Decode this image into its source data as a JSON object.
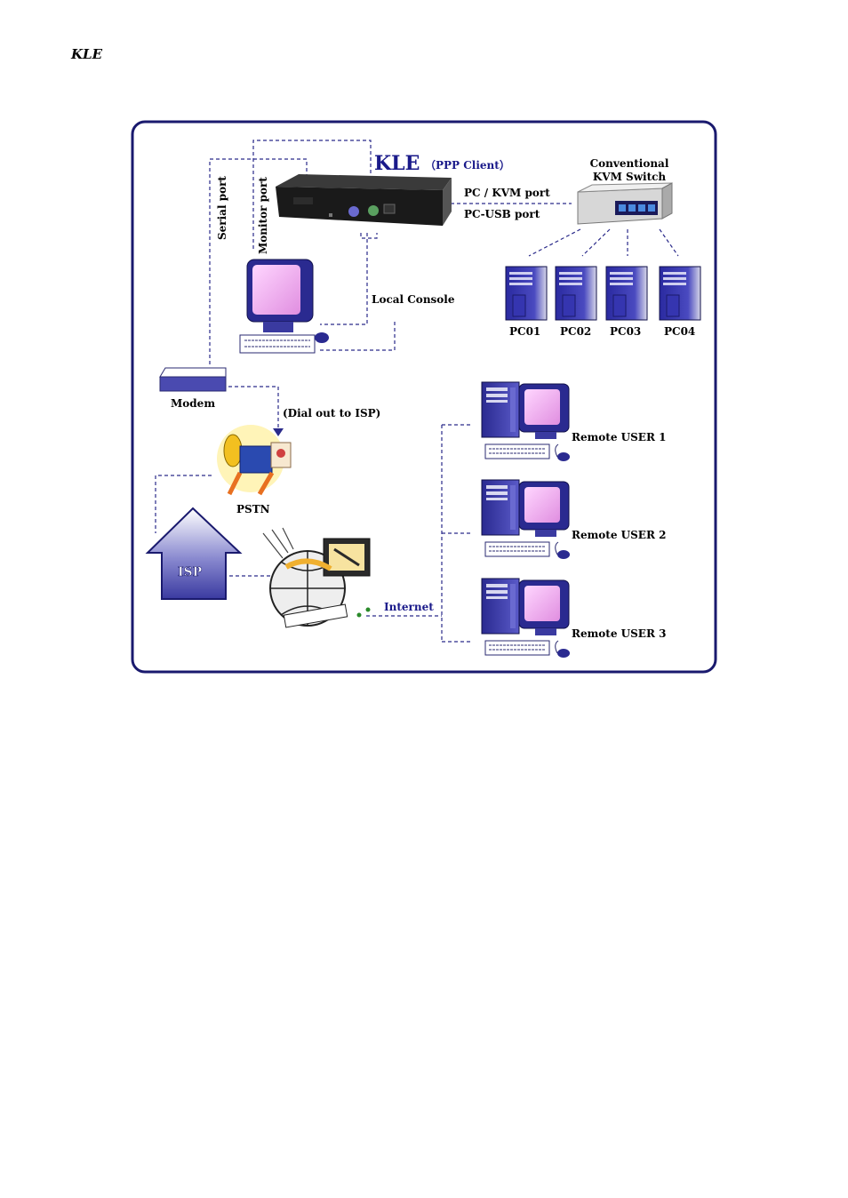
{
  "header": {
    "text": "KLE"
  },
  "diagram": {
    "device_title": "KLE",
    "device_subtitle": "（PPP Client）",
    "kvm_switch_label_line1": "Conventional",
    "kvm_switch_label_line2": "KVM Switch",
    "pc_kvm_port": "PC / KVM port",
    "pc_usb_port": "PC-USB port",
    "serial_port": "Serial port",
    "monitor_port": "Monitor port",
    "local_console": "Local Console",
    "modem": "Modem",
    "dial_out": "(Dial out to ISP)",
    "pstn": "PSTN",
    "isp": "ISP",
    "internet": "Internet",
    "pcs": [
      "PC01",
      "PC02",
      "PC03",
      "PC04"
    ],
    "remote_users": [
      "Remote USER 1",
      "Remote USER 2",
      "Remote USER 3"
    ],
    "colors": {
      "frame": "#1a1a6e",
      "connector": "#2a2a8a",
      "tower": "#3a3aa6",
      "screen": "#f3b8f3",
      "isp_arrow": "#4545a8",
      "internet_text": "#1a1a8a"
    }
  }
}
